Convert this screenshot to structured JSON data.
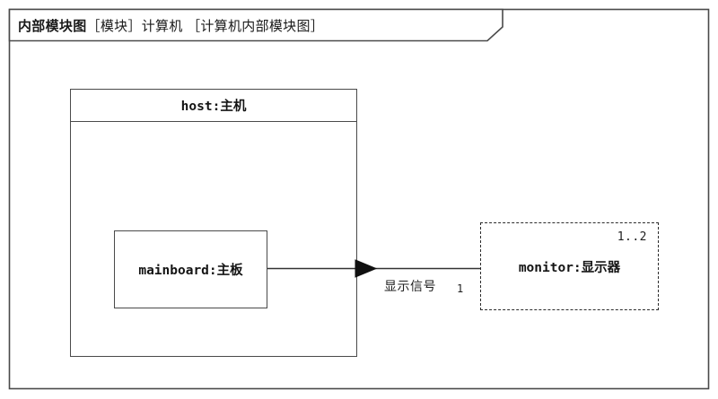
{
  "diagram": {
    "frame": {
      "title_kind": "内部模块图",
      "title_rest": "［模块］计算机 ［计算机内部模块图］",
      "border_color": "#4a4a4a"
    },
    "blocks": [
      {
        "id": "host",
        "label": "host:主机",
        "border_style": "solid",
        "multiplicity": ""
      },
      {
        "id": "mainboard",
        "label": "mainboard:主板",
        "border_style": "solid",
        "multiplicity": ""
      },
      {
        "id": "monitor",
        "label": "monitor:显示器",
        "border_style": "dashed",
        "multiplicity": "1..2"
      }
    ],
    "connector": {
      "label": "显示信号",
      "source_multiplicity": "",
      "target_multiplicity": "1",
      "arrow": "filled-triangle",
      "line_color": "#333333"
    }
  }
}
